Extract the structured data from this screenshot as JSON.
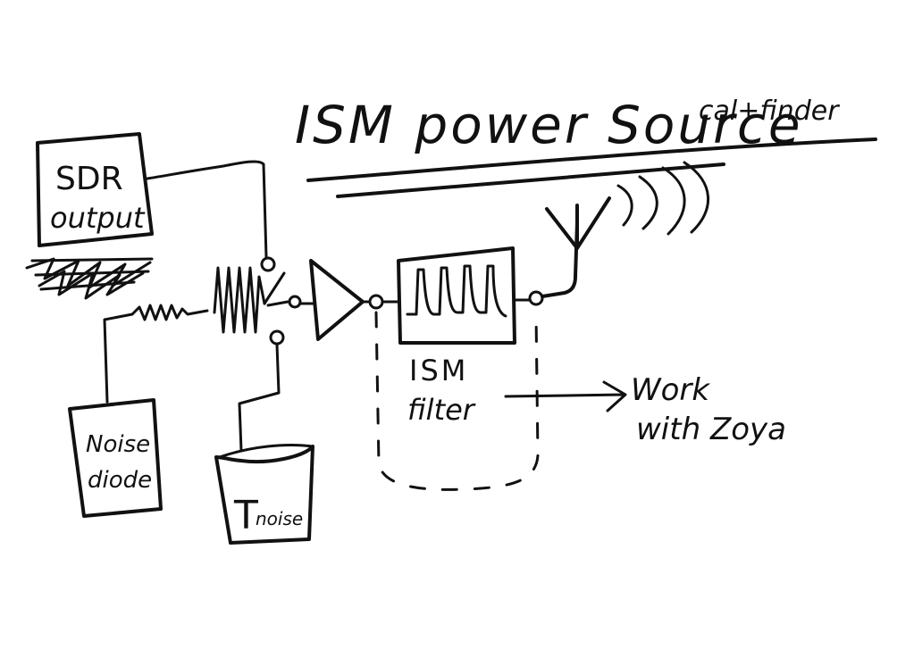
{
  "title": {
    "main": "ISM power Source",
    "note": "cal+finder"
  },
  "blocks": {
    "sdr": {
      "line1": "SDR",
      "line2": "output"
    },
    "noise_diode": {
      "line1": "Noise",
      "line2": "diode"
    },
    "tnoise": {
      "main": "T",
      "sub": "noise"
    },
    "filter_label": {
      "line1": "ISM",
      "line2": "filter"
    }
  },
  "annotation": {
    "line1": "Work",
    "line2": "with Zoya"
  },
  "colors": {
    "ink": "#111111",
    "paper": "#ffffff"
  }
}
